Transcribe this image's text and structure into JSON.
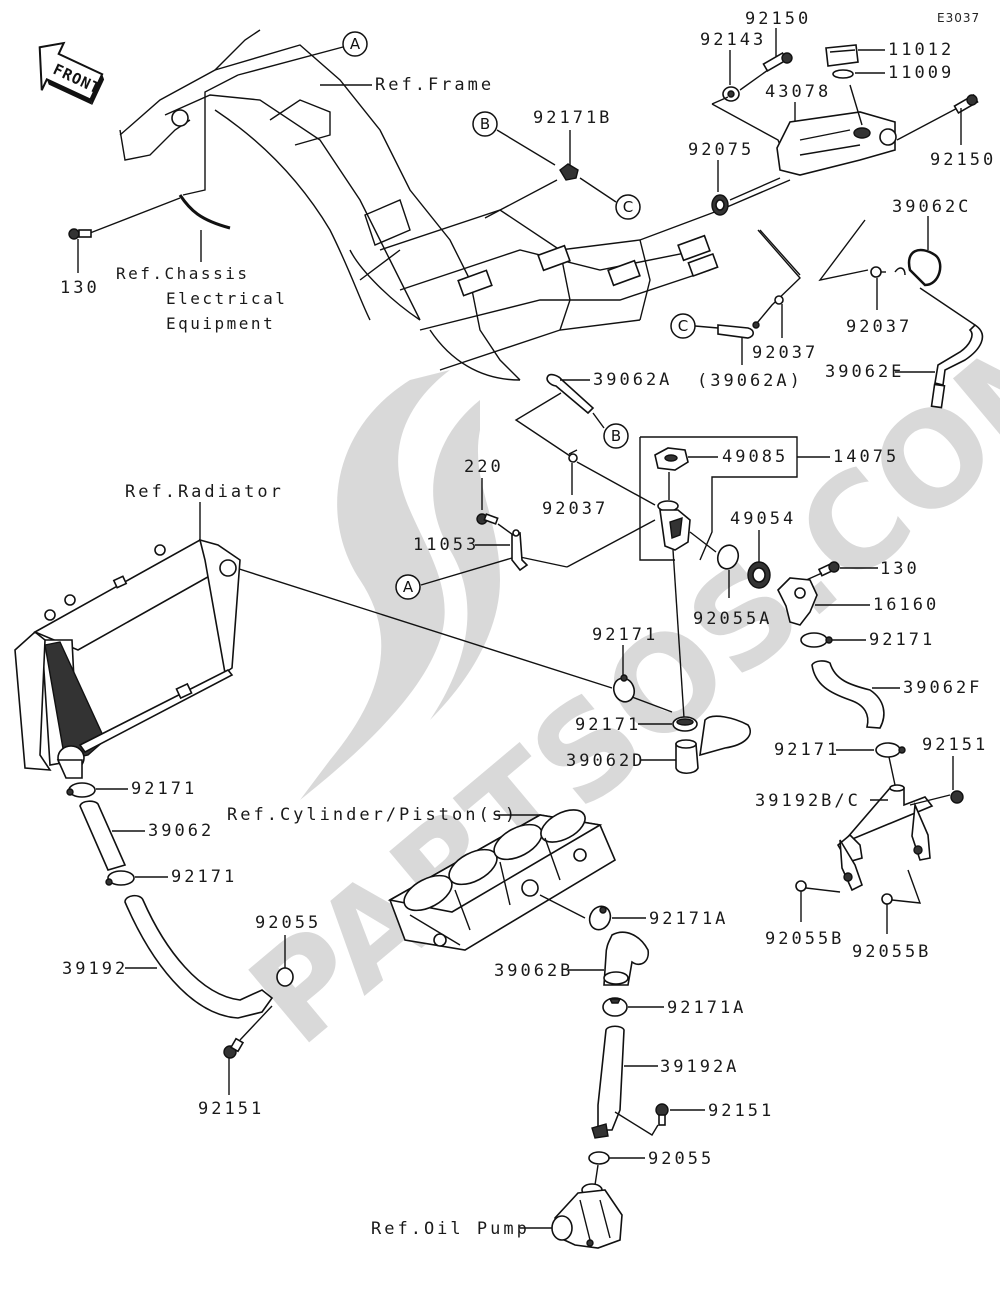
{
  "diagram": {
    "code": "E3037",
    "front_label": "FRONT",
    "watermark": "PARTSOS.COM",
    "watermark_color": "#d9d9d9",
    "references": {
      "frame": "Ref.Frame",
      "chassis_1": "Ref.Chassis",
      "chassis_2": "Electrical",
      "chassis_3": "Equipment",
      "radiator": "Ref.Radiator",
      "cylinder": "Ref.Cylinder/Piston(s)",
      "oil_pump": "Ref.Oil Pump"
    },
    "callouts": {
      "a": "A",
      "b": "B",
      "c": "C"
    },
    "parts": {
      "p130_top": "130",
      "p92150_top": "92150",
      "p92143": "92143",
      "p11012": "11012",
      "p11009": "11009",
      "p43078": "43078",
      "p92150_right": "92150",
      "p92171b": "92171B",
      "p92075": "92075",
      "p39062c": "39062C",
      "p92037_right": "92037",
      "p92037_mid": "92037",
      "p39062a_paren": "(39062A)",
      "p39062e": "39062E",
      "p39062a": "39062A",
      "p49085": "49085",
      "p14075": "14075",
      "p220": "220",
      "p92037_left": "92037",
      "p49054": "49054",
      "p11053": "11053",
      "p130_mid": "130",
      "p92055a": "92055A",
      "p16160": "16160",
      "p92171_a": "92171",
      "p92171_b": "92171",
      "p39062f": "39062F",
      "p92171_c": "92171",
      "p39062d": "39062D",
      "p92171_d": "92171",
      "p92151_right": "92151",
      "p92171_e": "92171",
      "p39192bc": "39192B/C",
      "p39062": "39062",
      "p92171_f": "92171",
      "p92055b_l": "92055B",
      "p92055b_r": "92055B",
      "p92171a_1": "92171A",
      "p92055_left": "92055",
      "p39192": "39192",
      "p39062b": "39062B",
      "p92171a_2": "92171A",
      "p39192a": "39192A",
      "p92151_left": "92151",
      "p92151_bottom": "92151",
      "p92055_bottom": "92055"
    }
  }
}
